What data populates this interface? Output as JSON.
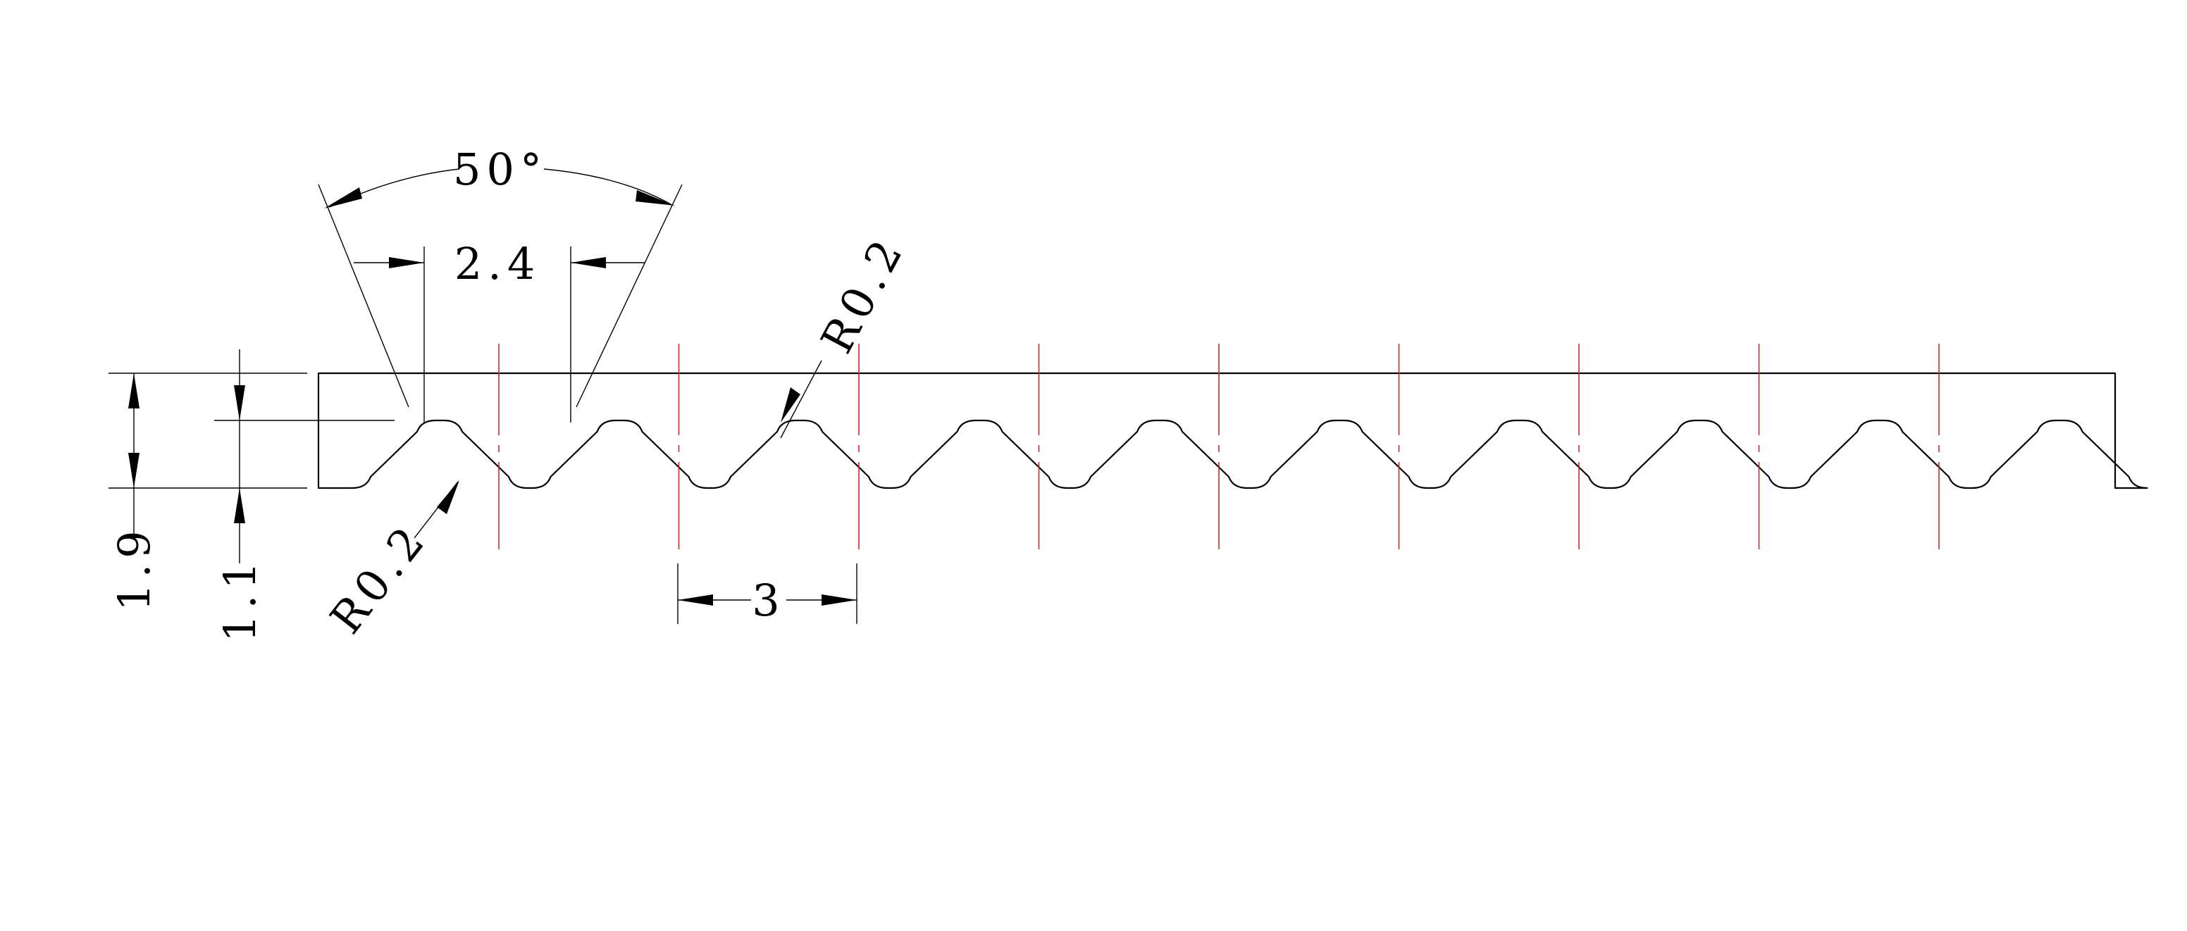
{
  "drawing": {
    "type": "timing-belt-profile",
    "tooth_count": 10,
    "colors": {
      "outline": "#000000",
      "center_line": "#c0302c",
      "background": "#ffffff"
    },
    "dimensions": {
      "angle": "50°",
      "tooth_width": "2.4",
      "pitch": "3",
      "total_height": "1.9",
      "base_height": "1.1",
      "tip_radius": "R0.2",
      "root_radius": "R0.2"
    }
  }
}
